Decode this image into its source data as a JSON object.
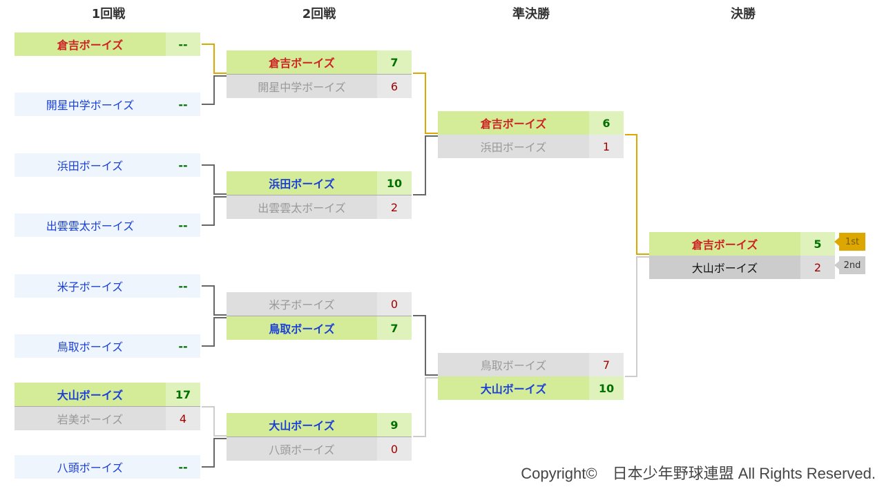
{
  "headers": [
    "1回戦",
    "2回戦",
    "準決勝",
    "決勝"
  ],
  "rounds": [
    [
      {
        "rows": [
          {
            "name": "倉吉ボーイズ",
            "score": "--",
            "state": "win bye",
            "team": "red"
          }
        ]
      },
      {
        "rows": [
          {
            "name": "開星中学ボーイズ",
            "score": "--",
            "state": "bye",
            "team": "blue"
          }
        ]
      },
      {
        "rows": [
          {
            "name": "浜田ボーイズ",
            "score": "--",
            "state": "bye",
            "team": "blue"
          }
        ]
      },
      {
        "rows": [
          {
            "name": "出雲雲太ボーイズ",
            "score": "--",
            "state": "bye",
            "team": "blue"
          }
        ]
      },
      {
        "rows": [
          {
            "name": "米子ボーイズ",
            "score": "--",
            "state": "bye",
            "team": "blue"
          }
        ]
      },
      {
        "rows": [
          {
            "name": "鳥取ボーイズ",
            "score": "--",
            "state": "bye",
            "team": "blue"
          }
        ]
      },
      {
        "rows": [
          {
            "name": "大山ボーイズ",
            "score": "17",
            "state": "win",
            "team": "blue"
          },
          {
            "name": "岩美ボーイズ",
            "score": "4",
            "state": "lose",
            "team": ""
          }
        ]
      },
      {
        "rows": [
          {
            "name": "八頭ボーイズ",
            "score": "--",
            "state": "bye",
            "team": "blue"
          }
        ]
      }
    ],
    [
      {
        "rows": [
          {
            "name": "倉吉ボーイズ",
            "score": "7",
            "state": "win",
            "team": "red"
          },
          {
            "name": "開星中学ボーイズ",
            "score": "6",
            "state": "lose",
            "team": ""
          }
        ]
      },
      {
        "rows": [
          {
            "name": "浜田ボーイズ",
            "score": "10",
            "state": "win",
            "team": "blue"
          },
          {
            "name": "出雲雲太ボーイズ",
            "score": "2",
            "state": "lose",
            "team": ""
          }
        ]
      },
      {
        "rows": [
          {
            "name": "米子ボーイズ",
            "score": "0",
            "state": "lose",
            "team": ""
          },
          {
            "name": "鳥取ボーイズ",
            "score": "7",
            "state": "win",
            "team": "blue"
          }
        ]
      },
      {
        "rows": [
          {
            "name": "大山ボーイズ",
            "score": "9",
            "state": "win",
            "team": "blue"
          },
          {
            "name": "八頭ボーイズ",
            "score": "0",
            "state": "lose",
            "team": ""
          }
        ]
      }
    ],
    [
      {
        "rows": [
          {
            "name": "倉吉ボーイズ",
            "score": "6",
            "state": "win",
            "team": "red"
          },
          {
            "name": "浜田ボーイズ",
            "score": "1",
            "state": "lose",
            "team": ""
          }
        ]
      },
      {
        "rows": [
          {
            "name": "鳥取ボーイズ",
            "score": "7",
            "state": "lose",
            "team": ""
          },
          {
            "name": "大山ボーイズ",
            "score": "10",
            "state": "win",
            "team": "blue"
          }
        ]
      }
    ],
    [
      {
        "rows": [
          {
            "name": "倉吉ボーイズ",
            "score": "5",
            "state": "win",
            "team": "red"
          },
          {
            "name": "大山ボーイズ",
            "score": "2",
            "state": "final-lose",
            "team": ""
          }
        ]
      }
    ]
  ],
  "badges": [
    "1st",
    "2nd"
  ],
  "copyright": "Copyright©　日本少年野球連盟 All Rights Reserved.",
  "colors": {
    "gold": "#dba700",
    "win": "#d4eb97",
    "lose": "#dedede"
  }
}
